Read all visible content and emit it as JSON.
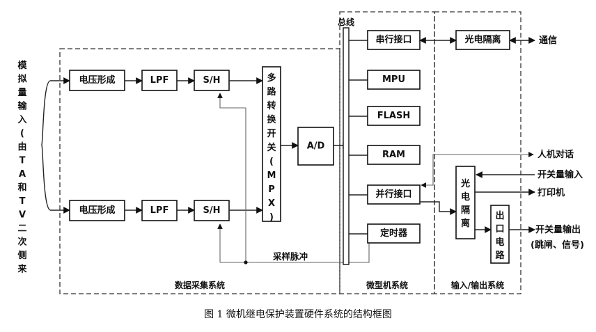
{
  "diagram": {
    "analog_input_label": "模拟量输入(由TA和TV二次侧来",
    "blocks": {
      "voltage_top": "电压形成",
      "voltage_bottom": "电压形成",
      "lpf_top": "LPF",
      "lpf_bottom": "LPF",
      "sh_top": "S/H",
      "sh_bottom": "S/H",
      "mpx": "多路转换开关(MPX)",
      "ad": "A/D",
      "serial": "串行接口",
      "mpu": "MPU",
      "flash": "FLASH",
      "ram": "RAM",
      "parallel": "并行接口",
      "timer": "定时器",
      "optical_top": "光电隔离",
      "optical_right": "光电隔离",
      "output_circuit": "出口电路"
    },
    "bus_label": "总线",
    "sample_pulse_label": "采样脉冲",
    "outputs": {
      "comm": "通信",
      "hmi": "人机对话",
      "switch_input": "开关量输入",
      "printer": "打印机",
      "switch_output": "开关量输出",
      "switch_output_detail": "(跳闸、信号)"
    },
    "systems": {
      "acquisition": "数据采集系统",
      "micro": "微型机系统",
      "io": "输入/输出系统"
    },
    "caption": "图 1 微机继电保护装置硬件系统的结构框图"
  }
}
